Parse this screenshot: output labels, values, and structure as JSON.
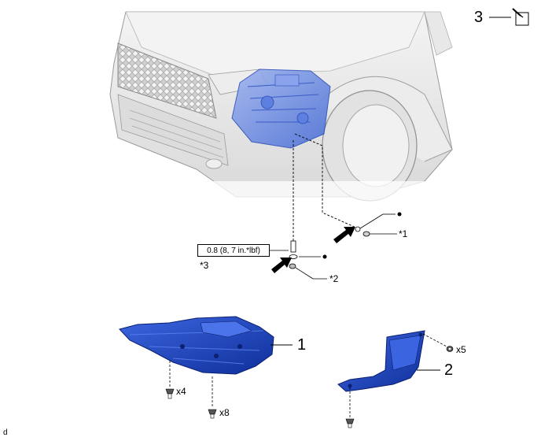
{
  "colors": {
    "part_blue": "#1f4fd0",
    "part_blue_dark": "#0f2f9a",
    "part_blue_light": "#6f8fe8",
    "engine_blue": "#7f9be6",
    "vehicle_grey": "#e6e6e6",
    "line": "#000000"
  },
  "callouts": {
    "item1": "1",
    "item2": "2",
    "item3": "3",
    "note1": "*1",
    "note2": "*2",
    "note3": "*3"
  },
  "torque": {
    "spec": "0.8 (8, 7 in.*lbf)"
  },
  "quantities": {
    "q4": "x4",
    "q8": "x8",
    "q5": "x5"
  },
  "corner_mark": "d",
  "icons": {
    "item3_icon": "grease-can-icon",
    "marker": "filled-dot",
    "arrow": "black-arrow"
  }
}
